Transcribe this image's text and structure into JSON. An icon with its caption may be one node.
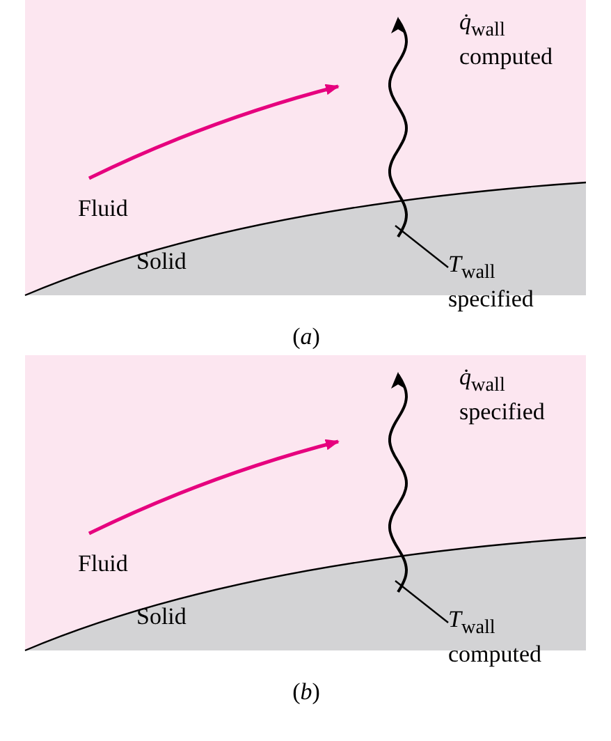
{
  "diagram": {
    "nodes": [
      {
        "text": [
          "*T*$_{wall}$ specified"
        ]
      },
      {
        "text": [
          "*T*$_{wall}$ computed"
        ]
      }
    ],
    "edges": [
      {
        "from": 0,
        "to": null,
        "arrow": "none"
      },
      {
        "from": 1,
        "to": null,
        "arrow": "none"
      }
    ],
    "labels": [
      "*q̇*$_{wall}$ computed",
      "Fluid",
      "Solid",
      "(*a*)",
      "*q̇*$_{wall}$ specified",
      "Fluid",
      "Solid",
      "(*b*)"
    ]
  }
}
